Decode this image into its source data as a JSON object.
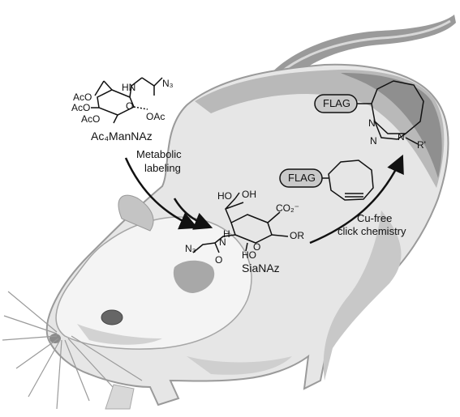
{
  "molecules": {
    "ac4mannaz": {
      "name": "Ac₄ManNAz",
      "groups": {
        "aco_1": "AcO",
        "aco_2": "AcO",
        "aco_3": "AcO",
        "oac": "OAc",
        "nh": "HN",
        "o": "O",
        "n3": "N₃"
      }
    },
    "sianaz": {
      "name": "SiaNAz",
      "groups": {
        "ho_1": "HO",
        "oh_1": "OH",
        "h": "H",
        "n": "N",
        "o_ring": "O",
        "ho_2": "HO",
        "co2": "CO₂⁻",
        "or": "OR",
        "n3": "N₃",
        "o_carbonyl": "O"
      }
    },
    "triazole_product": {
      "groups": {
        "flag": "FLAG",
        "n_1": "N",
        "n_2": "N",
        "n_3": "N",
        "r": "R'"
      }
    },
    "cyclooctyne_probe": {
      "groups": {
        "flag": "FLAG"
      }
    }
  },
  "steps": {
    "metabolic": {
      "line1": "Metabolic",
      "line2": "labeling"
    },
    "click": {
      "line1": "Cu-free",
      "line2": "click chemistry"
    }
  },
  "colors": {
    "ink": "#111111",
    "rat_light": "#f2f2f2",
    "rat_mid": "#dcdcdc",
    "rat_dark": "#b0b0b0",
    "rat_darkest": "#7a7a7a",
    "flag_fill": "#c9c9c9"
  },
  "icons": {
    "subject": "rat-illustration"
  }
}
